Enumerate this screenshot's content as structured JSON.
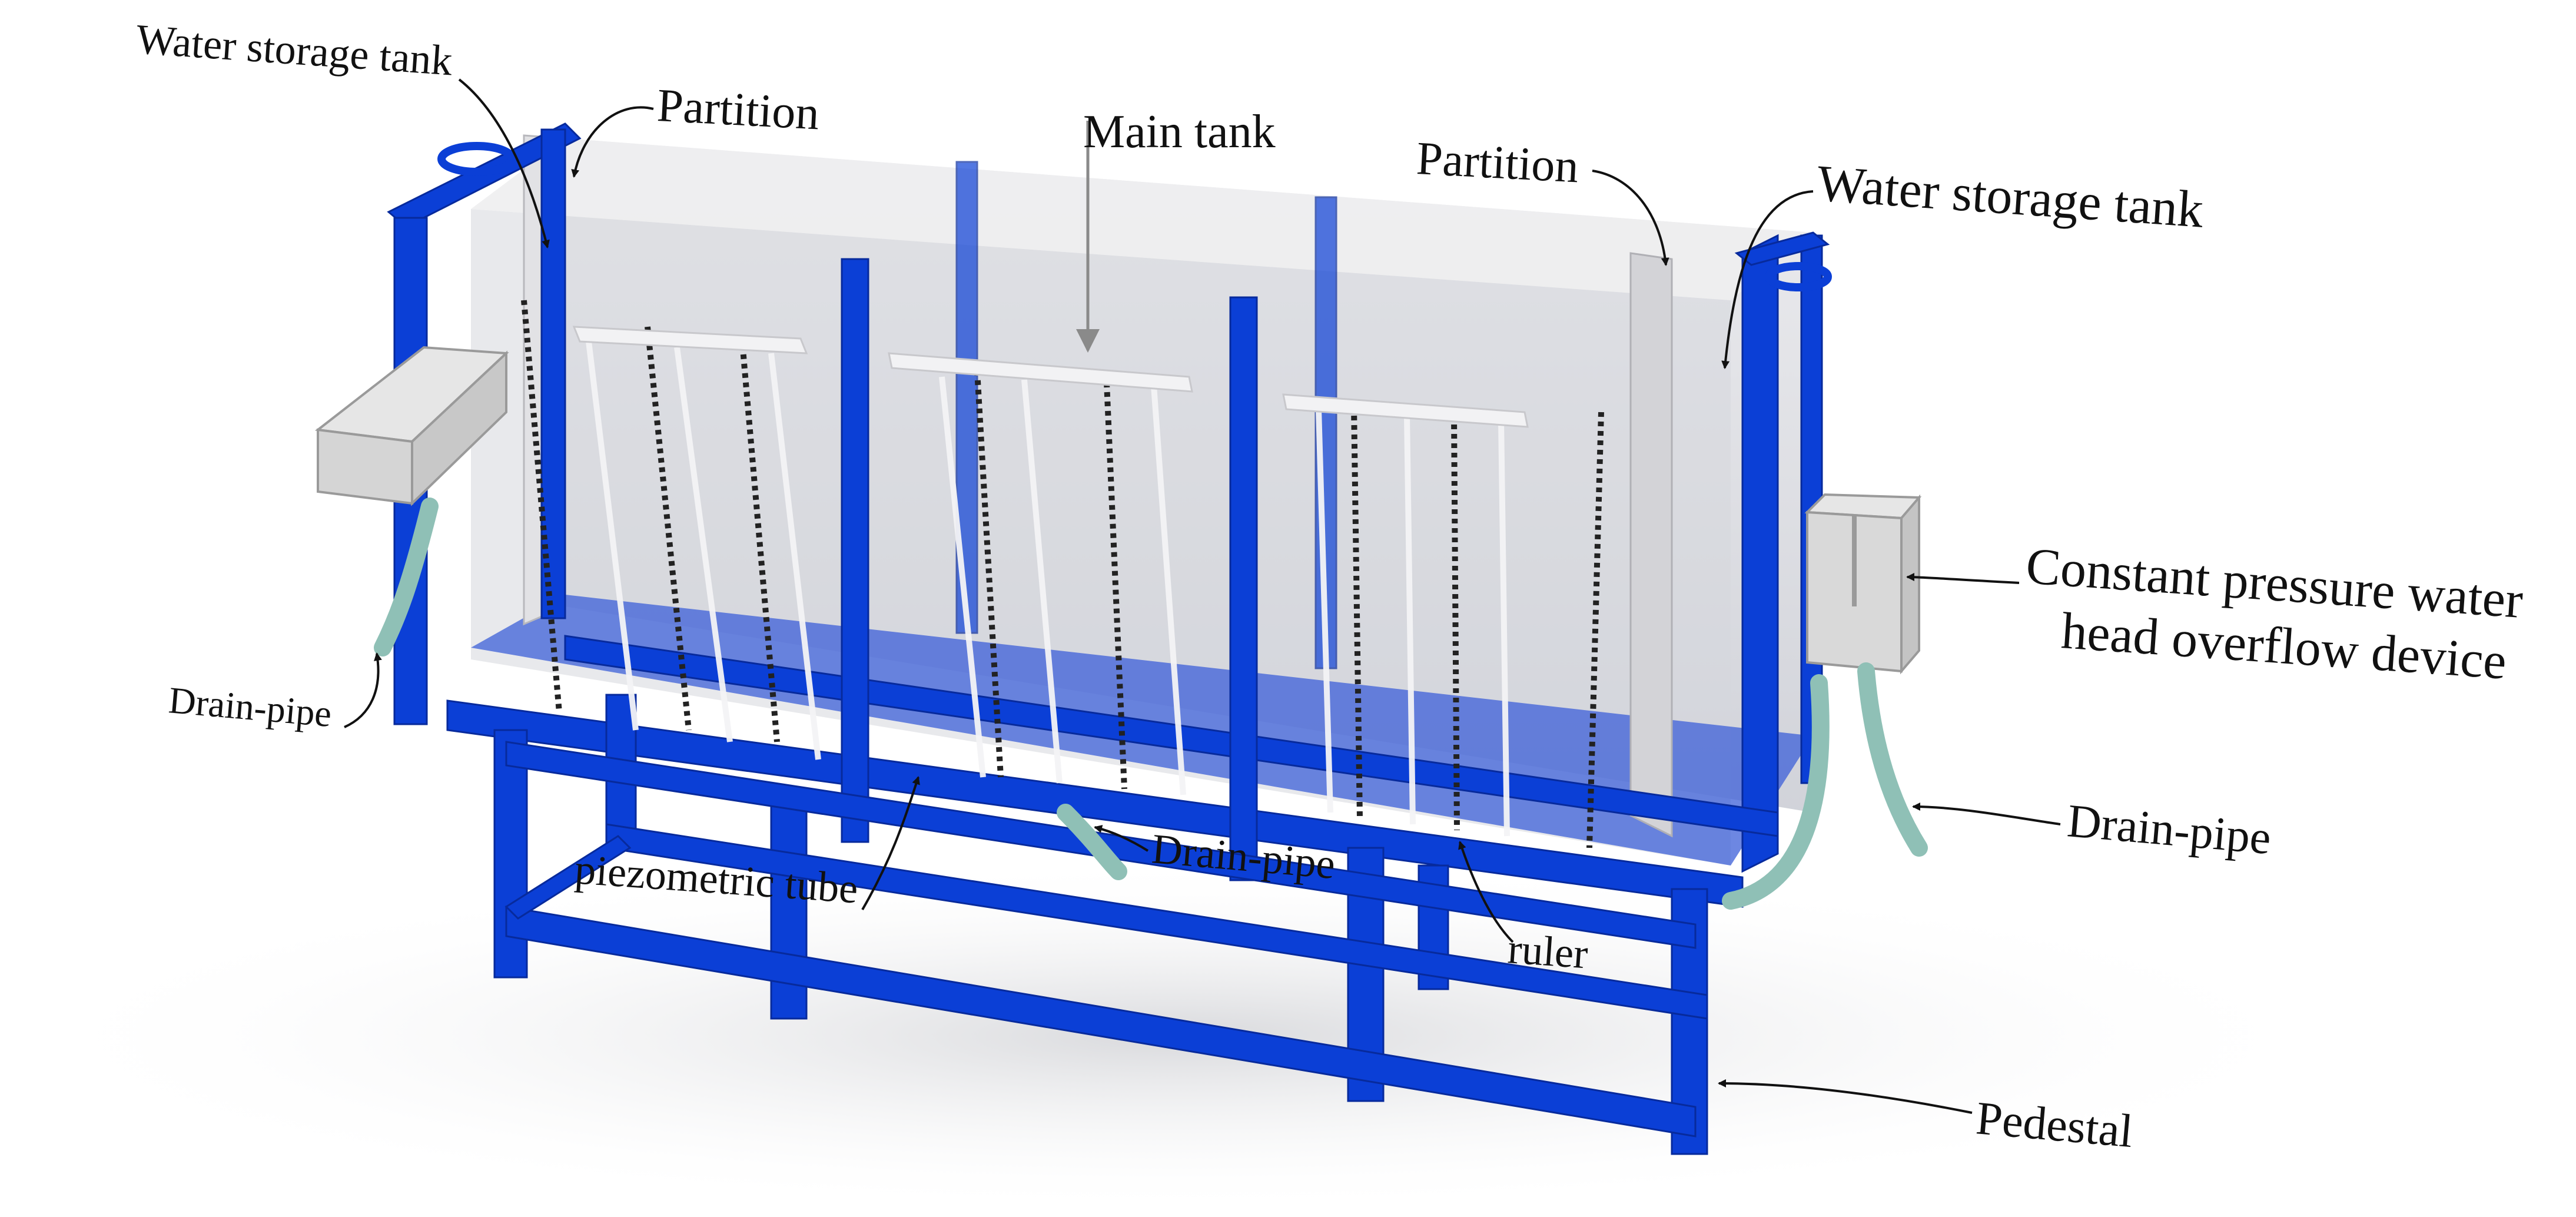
{
  "labels": {
    "water_storage_tank_left": "Water storage tank",
    "partition_left": "Partition",
    "main_tank": "Main tank",
    "partition_right": "Partition",
    "water_storage_tank_right": "Water storage tank",
    "constant_pressure_line1": "Constant pressure water",
    "constant_pressure_line2": "head overflow device",
    "drain_pipe_left": "Drain-pipe",
    "drain_pipe_center": "Drain-pipe",
    "drain_pipe_right": "Drain-pipe",
    "piezometric_tube": "piezometric tube",
    "ruler": "ruler",
    "pedestal": "Pedestal"
  },
  "colors": {
    "frame_blue": "#0b3fd6",
    "frame_blue_dark": "#072a9c",
    "glass": "#dcdde2",
    "water": "#3c5fd8",
    "overflow_box": "#d9d9d9",
    "drain_pipe": "#8fc0b6",
    "label_text": "#111111"
  }
}
